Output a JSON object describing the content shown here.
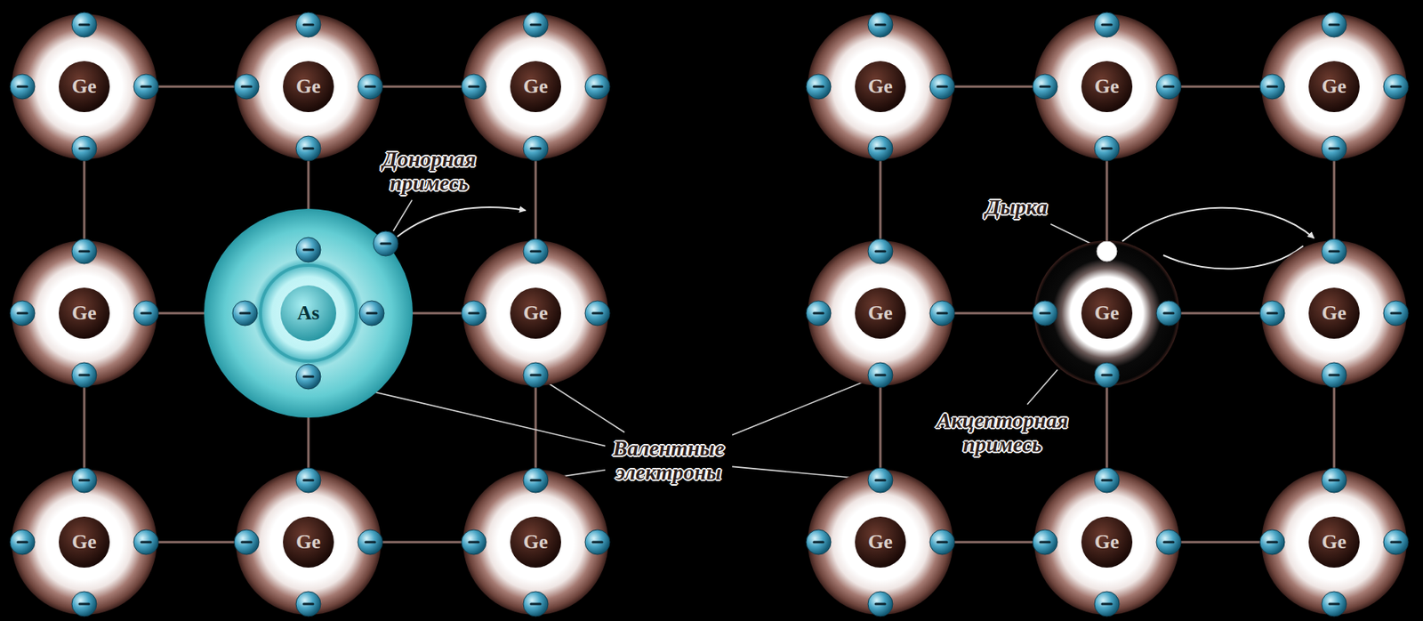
{
  "diagram": {
    "nodes": [
      {
        "text": [
          "Ge"
        ]
      },
      {
        "text": [
          "Ge"
        ]
      },
      {
        "text": [
          "Ge"
        ]
      },
      {
        "text": [
          "Ge"
        ]
      },
      {
        "text": [
          "Ge"
        ]
      },
      {
        "text": [
          "Ge"
        ]
      },
      {
        "text": [
          "Ge"
        ]
      },
      {
        "text": [
          "As"
        ]
      },
      {
        "text": [
          "Ge"
        ]
      },
      {
        "text": [
          "Ge"
        ]
      },
      {
        "text": [
          "Ge"
        ]
      },
      {
        "text": [
          "Ge"
        ]
      },
      {
        "text": [
          "Ge"
        ]
      },
      {
        "text": [
          "Ge"
        ]
      },
      {
        "text": [
          "Ge"
        ]
      },
      {
        "text": [
          "Ge"
        ]
      },
      {
        "text": [
          "Ge"
        ]
      },
      {
        "text": [
          "Ge"
        ]
      }
    ],
    "edges": [
      {
        "from": 0,
        "to": 1,
        "arrow": "none"
      },
      {
        "from": 1,
        "to": 2,
        "arrow": "none"
      },
      {
        "from": 3,
        "to": 4,
        "arrow": "none"
      },
      {
        "from": 4,
        "to": 5,
        "arrow": "none"
      },
      {
        "from": 6,
        "to": 7,
        "arrow": "none"
      },
      {
        "from": 7,
        "to": 8,
        "arrow": "none"
      },
      {
        "from": 9,
        "to": 10,
        "arrow": "none"
      },
      {
        "from": 10,
        "to": 11,
        "arrow": "none"
      },
      {
        "from": 12,
        "to": 13,
        "arrow": "none"
      },
      {
        "from": 13,
        "to": 14,
        "arrow": "none"
      },
      {
        "from": 15,
        "to": 16,
        "arrow": "none"
      },
      {
        "from": 16,
        "to": 17,
        "arrow": "none"
      },
      {
        "from": 0,
        "to": 6,
        "arrow": "none"
      },
      {
        "from": 1,
        "to": 7,
        "arrow": "none"
      },
      {
        "from": 2,
        "to": 8,
        "arrow": "none"
      },
      {
        "from": 3,
        "to": 9,
        "arrow": "none"
      },
      {
        "from": 4,
        "to": 10,
        "arrow": "none"
      },
      {
        "from": 5,
        "to": 11,
        "arrow": "none"
      },
      {
        "from": 6,
        "to": 12,
        "arrow": "none"
      },
      {
        "from": 7,
        "to": 13,
        "arrow": "none"
      },
      {
        "from": 8,
        "to": 14,
        "arrow": "none"
      },
      {
        "from": 9,
        "to": 15,
        "arrow": "none"
      },
      {
        "from": 10,
        "to": 16,
        "arrow": "none"
      },
      {
        "from": 11,
        "to": 17,
        "arrow": "none"
      }
    ],
    "labels": [
      "Донорная примесь",
      "Дырка",
      "Валентные электроны",
      "Акцепторная примесь"
    ]
  }
}
